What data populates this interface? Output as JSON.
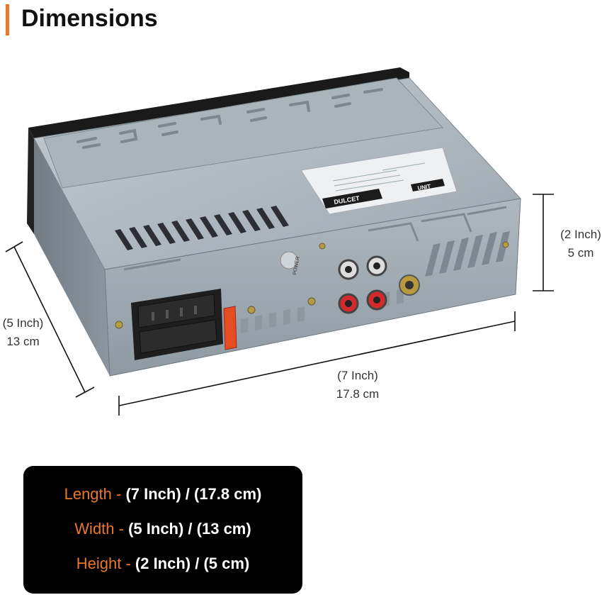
{
  "header": {
    "title": "Dimensions"
  },
  "dimensions": {
    "height": {
      "inch": "(2 Inch)",
      "cm": "5 cm"
    },
    "width": {
      "inch": "(5 Inch)",
      "cm": "13 cm"
    },
    "length": {
      "inch": "(7 Inch)",
      "cm": "17.8 cm"
    }
  },
  "product": {
    "brand_label": "DULCET",
    "unit_label": "UNIT",
    "power_label": "POWER"
  },
  "specs": [
    {
      "key": "Length - ",
      "value": "(7 Inch) / (17.8 cm)"
    },
    {
      "key": "Width - ",
      "value": "(5 Inch) / (13 cm)"
    },
    {
      "key": "Height - ",
      "value": "(2 Inch) / (5 cm)"
    }
  ],
  "colors": {
    "accent": "#e8782a",
    "box_bg": "#000000",
    "metal": "#9eaab3"
  }
}
